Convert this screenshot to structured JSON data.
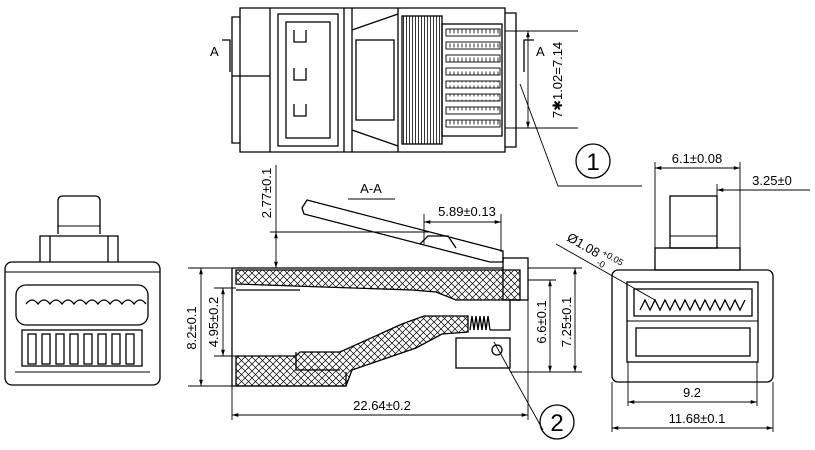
{
  "top_view": {
    "section_mark_left": "A",
    "section_mark_right": "A",
    "contact_pitch_dim": "7✱1.02=7.14"
  },
  "callouts": [
    {
      "label": "1"
    },
    {
      "label": "2"
    }
  ],
  "section_view": {
    "title": "A-A",
    "latch_height_dim": "2.77±0.1",
    "latch_length_dim": "5.89±0.13",
    "overall_height_dim": "8.2±0.1",
    "cable_opening_dim": "4.95±0.2",
    "contact_height_dim": "6.6±0.1",
    "body_height_dim": "7.25±0.1",
    "overall_length_dim": "22.64±0.2"
  },
  "end_view": {
    "latch_width_dim": "6.1±0.08",
    "latch_offset_dim": "3.25±0",
    "hole_dia": "Ø1.08",
    "hole_tol_upper": "+0.05",
    "hole_tol_lower": "-0",
    "inner_width_dim": "9.2",
    "outer_width_dim": "11.68±0.1"
  },
  "colors": {
    "line": "#000000",
    "background": "#ffffff"
  }
}
